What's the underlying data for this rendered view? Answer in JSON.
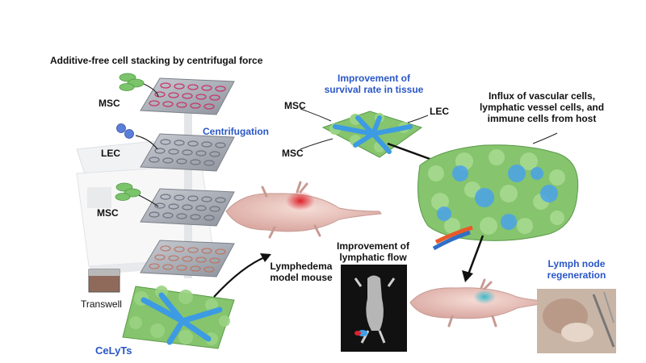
{
  "title": "Additive-free cell stacking by centrifugal force",
  "labels": {
    "msc_top": "MSC",
    "lec": "LEC",
    "msc_mid": "MSC",
    "centrifugation": "Centrifugation",
    "transwell": "Transwell",
    "celyts": "CeLyTs",
    "lymphedema": "Lymphedema\nmodel mouse",
    "survival": "Improvement of\nsurvival rate in tissue",
    "sheet_msc_top": "MSC",
    "sheet_lec": "LEC",
    "sheet_msc_bottom": "MSC",
    "influx": "Influx of vascular cells,\nlymphatic vessel cells, and\nimmune cells from host",
    "flow": "Improvement of\nlymphatic flow",
    "lymph_node": "Lymph node\nregeneration"
  },
  "colors": {
    "title_blue": "#2a56c6",
    "msc_green": "#7cc46b",
    "lec_blue": "#3fa0e6",
    "mouse_pink": "#e9c3bd"
  }
}
